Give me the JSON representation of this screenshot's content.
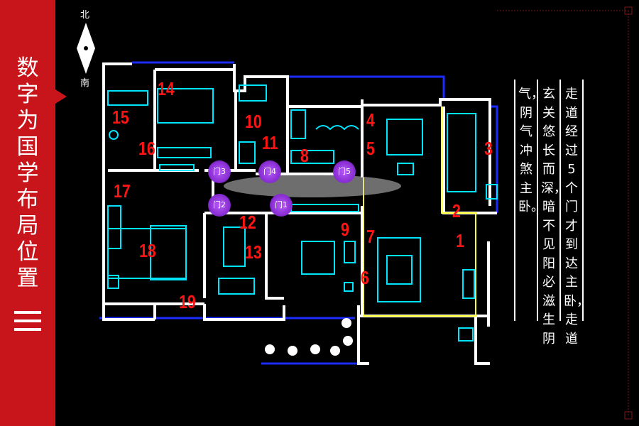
{
  "sidebar": {
    "title_chars": [
      "数",
      "字",
      "为",
      "国",
      "学",
      "布",
      "局",
      "位",
      "置"
    ]
  },
  "compass": {
    "north": "北",
    "south": "南"
  },
  "doors": [
    "门1",
    "门2",
    "门3",
    "门4",
    "门5"
  ],
  "numbers": [
    "1",
    "2",
    "3",
    "4",
    "5",
    "6",
    "7",
    "8",
    "9",
    "10",
    "11",
    "12",
    "13",
    "14",
    "15",
    "16",
    "17",
    "18",
    "19"
  ],
  "description": {
    "col1": "走道经过5个门才到达主卧，走道",
    "col2": "玄关悠长而深，暗不见阳必滋生阴",
    "col3": "气，阴气冲煞主卧。"
  },
  "colors": {
    "accent": "#c8141b",
    "wall": "#ffffff",
    "cad_cyan": "#00e5ff",
    "cad_blue": "#1a2cff",
    "label_red": "#ff1414",
    "door_purple": "#9b3fe0",
    "zone_yellow": "#ffff33"
  }
}
